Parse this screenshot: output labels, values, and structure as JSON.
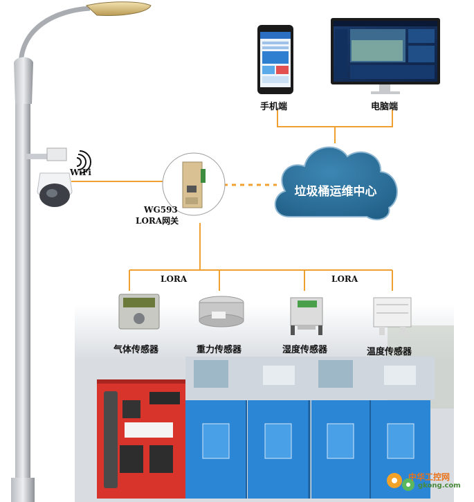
{
  "colors": {
    "line": "#f0a030",
    "cloud": "#2b6f98",
    "pole": "#9a9ea3",
    "bin_red": "#d8342c",
    "bin_blue": "#2b86d6"
  },
  "devices": {
    "phone_label": "手机端",
    "pc_label": "电脑端"
  },
  "cloud": {
    "label": "垃圾桶运维中心"
  },
  "gateway": {
    "model": "WG593",
    "name": "LORA网关"
  },
  "camera": {
    "link_label": "WiFi"
  },
  "bus": {
    "left_label": "LORA",
    "right_label": "LORA"
  },
  "sensors": [
    {
      "label": "气体传感器",
      "icon": "gas-sensor-icon"
    },
    {
      "label": "重力传感器",
      "icon": "load-cell-icon"
    },
    {
      "label": "湿度传感器",
      "icon": "humidity-sensor-icon"
    },
    {
      "label": "温度传感器",
      "icon": "temperature-sensor-icon"
    }
  ],
  "watermark": {
    "brand": "中华工控网",
    "url": "gkong.com"
  }
}
